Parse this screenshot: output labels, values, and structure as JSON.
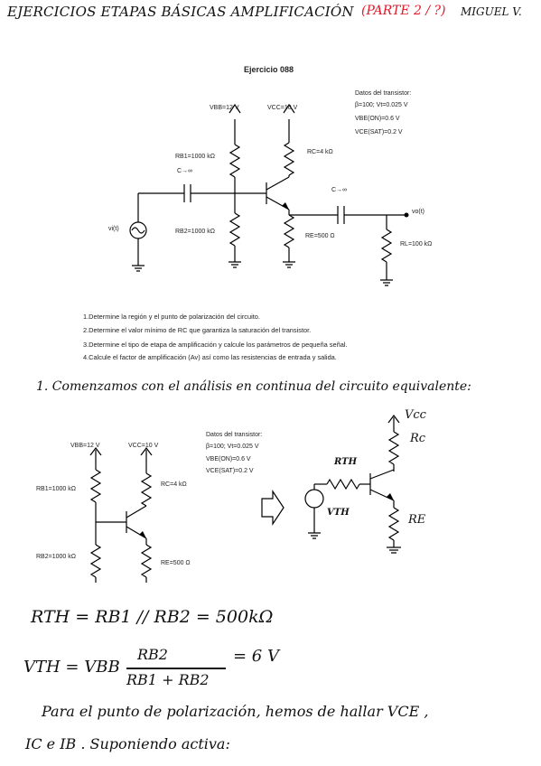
{
  "header": {
    "title": "EJERCICIOS ETAPAS BÁSICAS AMPLIFICACIÓN",
    "part": "(PARTE 2 / ?)",
    "author": "MIGUEL V."
  },
  "exercise": {
    "title": "Ejercicio 088",
    "transistor": {
      "heading": "Datos del transistor:",
      "line1": "β=100; Vt=0.025 V",
      "line2": "VBE(ON)=0.6 V",
      "line3": "VCE(SAT)=0.2 V"
    },
    "labels": {
      "vbb": "VBB=12 V",
      "vcc": "VCC=10 V",
      "rc": "RC=4 kΩ",
      "rb1": "RB1=1000 kΩ",
      "rb2": "RB2=1000 kΩ",
      "re": "RE=500 Ω",
      "rl": "RL=100 kΩ",
      "vi": "vi(t)",
      "vo": "vo(t)",
      "c1": "C→∞",
      "c2": "C→∞"
    },
    "questions": [
      "1.Determine la región y el punto de polarización del circuito.",
      "2.Determine el valor mínimo de RC que garantiza la saturación del transistor.",
      "3.Determine el tipo de etapa de amplificación y calcule los parámetros de pequeña señal.",
      "4.Calcule el factor de amplificación (Av) así como las resistencias de entrada y salida."
    ]
  },
  "notes": {
    "step1": "1. Comenzamos con el análisis en continua del circuito equivalente:",
    "rth_eq": "RTH = RB1 // RB2 = 500kΩ",
    "vth_lhs": "VTH = VBB",
    "vth_num": "RB2",
    "vth_den": "RB1 + RB2",
    "vth_res": "= 6 V",
    "para1": "Para el punto de polarización, hemos de hallar VCE ,",
    "para2": "IC  e  IB . Suponiendo activa:"
  },
  "equiv": {
    "vcc": "Vcc",
    "rc": "Rc",
    "rth": "RTH",
    "vth": "VTH",
    "re": "RE"
  }
}
